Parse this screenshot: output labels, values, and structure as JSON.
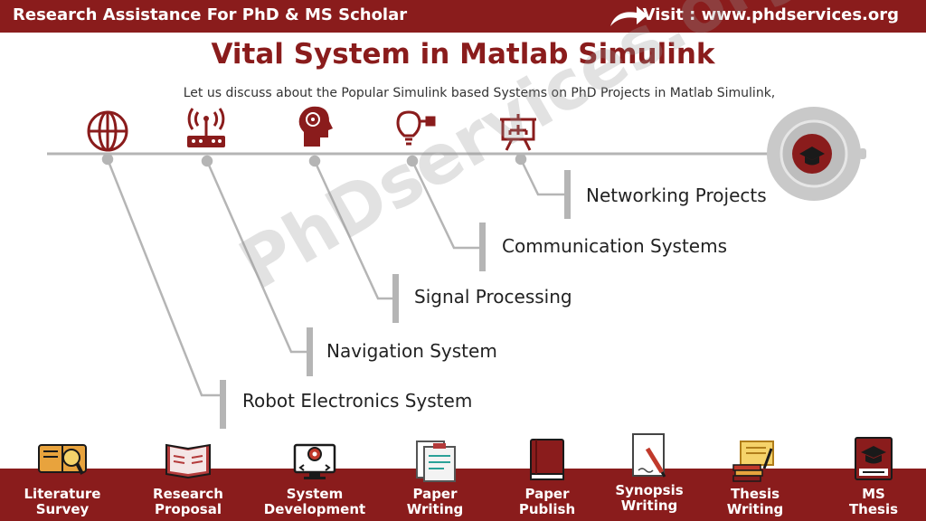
{
  "header": {
    "left_text": "Research Assistance For PhD & MS Scholar",
    "visit_text": "Visit : www.phdservices.org"
  },
  "title": "Vital System in Matlab Simulink",
  "subtitle": "Let us discuss about the Popular Simulink based Systems on PhD Projects in Matlab Simulink,",
  "watermark": "PhDservices.org",
  "timeline_icons": [
    "globe-icon",
    "router-icon",
    "brain-head-icon",
    "idea-bulb-icon",
    "presentation-board-icon"
  ],
  "items": [
    {
      "label": "Networking Projects"
    },
    {
      "label": "Communication Systems"
    },
    {
      "label": "Signal Processing"
    },
    {
      "label": "Navigation System"
    },
    {
      "label": "Robot Electronics System"
    }
  ],
  "footer": {
    "items": [
      {
        "line1": "Literature",
        "line2": "Survey",
        "icon": "literature-survey-icon"
      },
      {
        "line1": "Research",
        "line2": "Proposal",
        "icon": "open-book-icon"
      },
      {
        "line1": "System",
        "line2": "Development",
        "icon": "monitor-gear-icon"
      },
      {
        "line1": "Paper",
        "line2": "Writing",
        "icon": "paper-writing-icon"
      },
      {
        "line1": "Paper",
        "line2": "Publish",
        "icon": "closed-book-icon"
      },
      {
        "line1": "Synopsis",
        "line2": "Writing",
        "icon": "pen-paper-icon"
      },
      {
        "line1": "Thesis",
        "line2": "Writing",
        "icon": "scroll-icon"
      },
      {
        "line1": "MS",
        "line2": "Thesis",
        "icon": "graduate-cap-book-icon"
      }
    ]
  },
  "colors": {
    "brand": "#8a1c1c",
    "line": "#b5b5b5",
    "text": "#222222"
  }
}
